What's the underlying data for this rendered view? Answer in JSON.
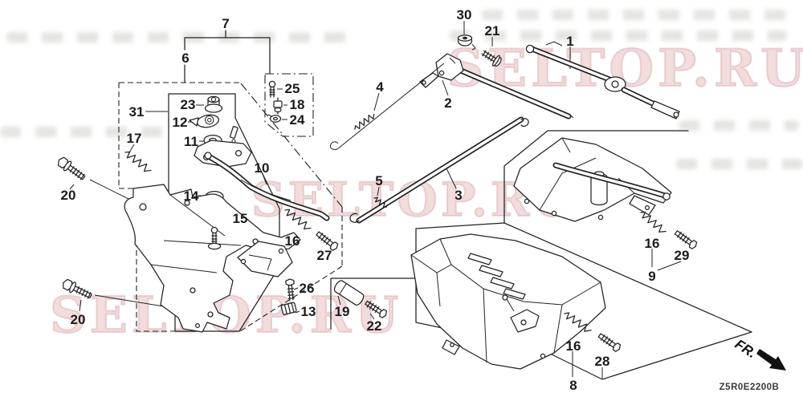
{
  "watermarks": [
    {
      "id": "top-right",
      "text": "SELTOP.RU"
    },
    {
      "id": "middle",
      "text": "SELTOP.RU"
    },
    {
      "id": "bottom-left",
      "text": "SELTOP.RU"
    }
  ],
  "footer": {
    "code": "Z5R0E2200B",
    "direction_label": "FR."
  },
  "callouts": [
    {
      "label": "7"
    },
    {
      "label": "6"
    },
    {
      "label": "31"
    },
    {
      "label": "23"
    },
    {
      "label": "12"
    },
    {
      "label": "11"
    },
    {
      "label": "25"
    },
    {
      "label": "18"
    },
    {
      "label": "24"
    },
    {
      "label": "17"
    },
    {
      "label": "20"
    },
    {
      "label": "10"
    },
    {
      "label": "14"
    },
    {
      "label": "15"
    },
    {
      "label": "16"
    },
    {
      "label": "27"
    },
    {
      "label": "26"
    },
    {
      "label": "13"
    },
    {
      "label": "19"
    },
    {
      "label": "22"
    },
    {
      "label": "20"
    },
    {
      "label": "30"
    },
    {
      "label": "21"
    },
    {
      "label": "2"
    },
    {
      "label": "4"
    },
    {
      "label": "1"
    },
    {
      "label": "5"
    },
    {
      "label": "3"
    },
    {
      "label": "16"
    },
    {
      "label": "29"
    },
    {
      "label": "9"
    },
    {
      "label": "16"
    },
    {
      "label": "28"
    },
    {
      "label": "8"
    }
  ]
}
